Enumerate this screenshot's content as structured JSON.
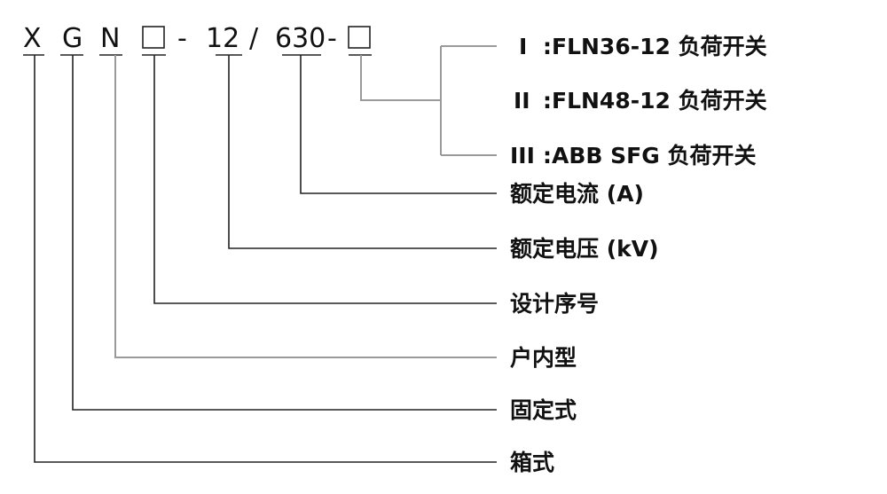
{
  "model_code": {
    "chars": [
      "X",
      "G",
      "N",
      "-",
      "12",
      "/",
      "630",
      "-"
    ]
  },
  "options": [
    {
      "roman": "I",
      "text": ":FLN36-12 负荷开关"
    },
    {
      "roman": "II",
      "text": ":FLN48-12 负荷开关"
    },
    {
      "roman": "III",
      "text": ":ABB SFG 负荷开关"
    }
  ],
  "labels": {
    "rated_current": "额定电流 (A)",
    "rated_voltage": "额定电压 (kV)",
    "design_serial": "设计序号",
    "indoor_type": "户内型",
    "fixed_type": "固定式",
    "box_type": "箱式"
  }
}
